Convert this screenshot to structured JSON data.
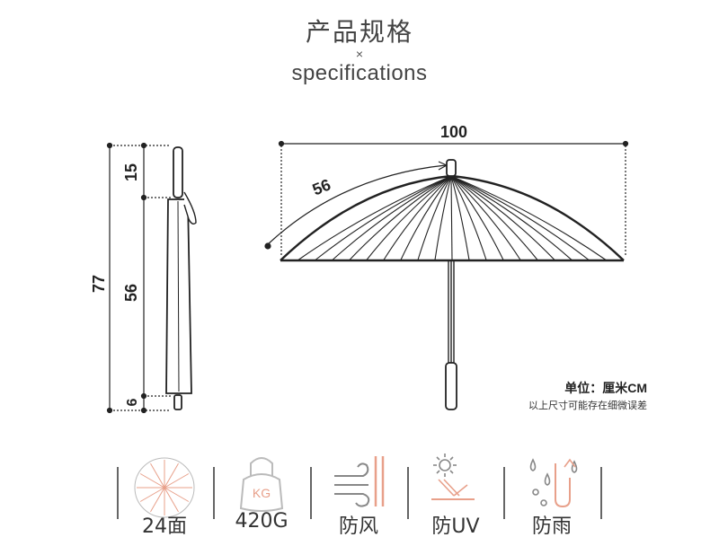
{
  "header": {
    "title": "产品规格",
    "separator": "×",
    "subtitle": "specifications"
  },
  "dimensions": {
    "total_length": "77",
    "handle_length": "15",
    "canopy_length": "56",
    "tip_length": "6",
    "open_width": "100",
    "rib_length": "56"
  },
  "notes": {
    "unit": "单位：厘米CM",
    "tolerance": "以上尺寸可能存在细微误差"
  },
  "features": [
    {
      "icon": "canopy-24-ribs-icon",
      "label": "24面"
    },
    {
      "icon": "weight-kg-icon",
      "label": "420G",
      "icon_text": "KG"
    },
    {
      "icon": "windproof-icon",
      "label": "防风"
    },
    {
      "icon": "uv-protection-icon",
      "label": "防UV"
    },
    {
      "icon": "rainproof-icon",
      "label": "防雨"
    }
  ],
  "colors": {
    "accent": "#e8a08a",
    "line": "#222222",
    "divider": "#666666"
  }
}
